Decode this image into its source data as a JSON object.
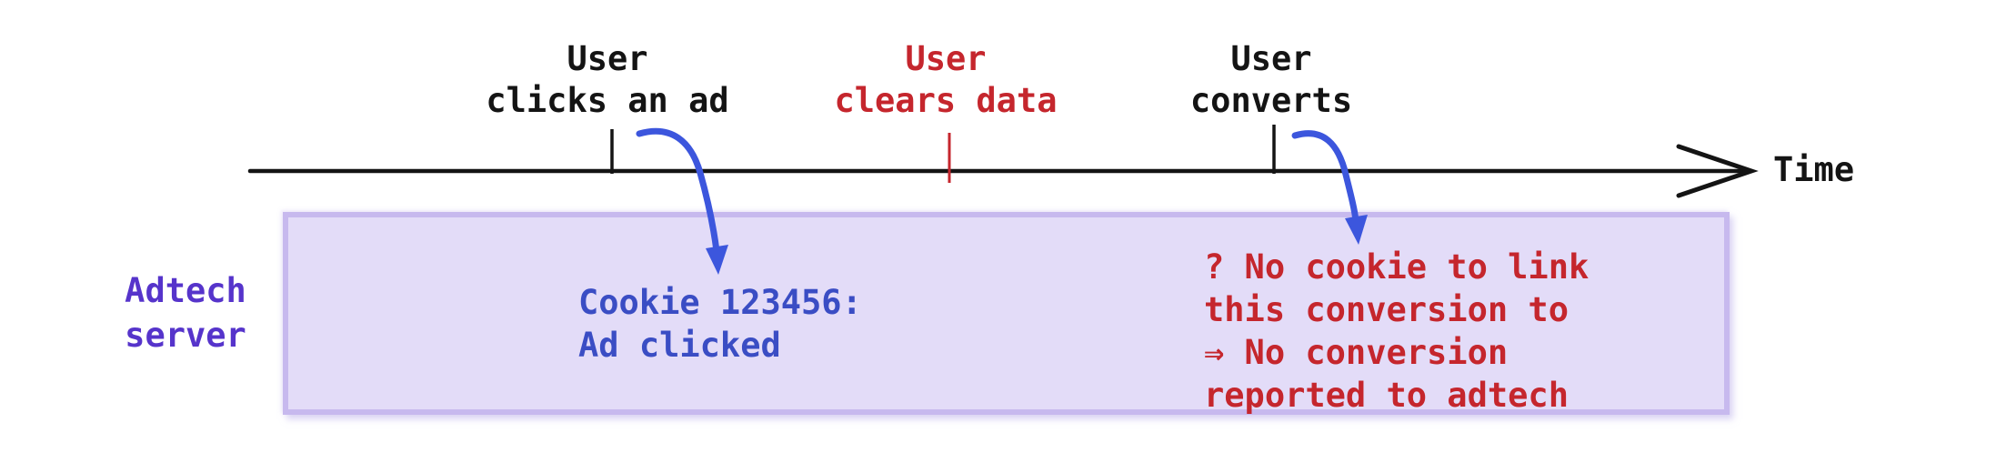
{
  "diagram": {
    "kind": "timeline-diagram",
    "timeline": {
      "axis_label": "Time",
      "events": [
        {
          "id": "ad-click",
          "label": "User\nclicks an ad",
          "emphasis": "normal"
        },
        {
          "id": "clears-data",
          "label": "User\nclears data",
          "emphasis": "warning-red"
        },
        {
          "id": "converts",
          "label": "User\nconverts",
          "emphasis": "normal"
        }
      ]
    },
    "server_lane": {
      "label": "Adtech\nserver",
      "cookie_note": "Cookie 123456:\nAd clicked",
      "failure_note": "? No cookie to link\nthis conversion to\n⇒ No conversion\nreported to adtech"
    },
    "colors": {
      "ink": "#141414",
      "alert_red": "#c5262d",
      "lane_purple": "#5634cb",
      "note_blue": "#3a4dc4",
      "arrow_blue": "#3c56dd",
      "box_fill": "#e3dcf8",
      "box_border": "#c7b9ee"
    }
  }
}
